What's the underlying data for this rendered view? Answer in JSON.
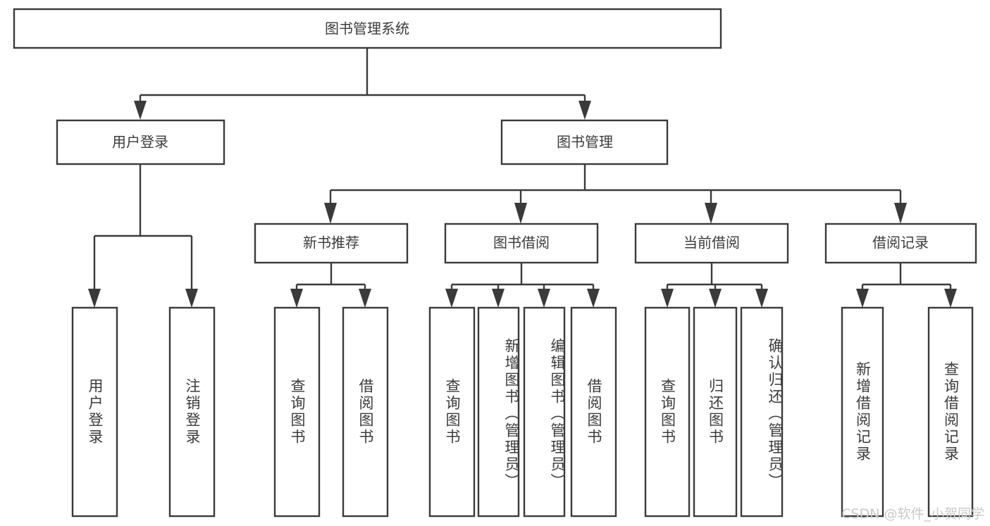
{
  "diagram": {
    "title": "图书管理系统",
    "type": "hierarchy-tree",
    "root": {
      "id": "root",
      "label": "图书管理系统",
      "orientation": "horizontal"
    },
    "level1": [
      {
        "id": "user-login",
        "label": "用户登录",
        "orientation": "horizontal"
      },
      {
        "id": "book-management",
        "label": "图书管理",
        "orientation": "horizontal"
      }
    ],
    "level2": [
      {
        "id": "new-book-recommend",
        "label": "新书推荐",
        "parent": "book-management",
        "orientation": "horizontal"
      },
      {
        "id": "book-borrow",
        "label": "图书借阅",
        "parent": "book-management",
        "orientation": "horizontal"
      },
      {
        "id": "current-borrow",
        "label": "当前借阅",
        "parent": "book-management",
        "orientation": "horizontal"
      },
      {
        "id": "borrow-record",
        "label": "借阅记录",
        "parent": "book-management",
        "orientation": "horizontal"
      }
    ],
    "leaves": [
      {
        "id": "leaf-user-login",
        "label": "用户登录",
        "parent": "user-login",
        "orientation": "vertical"
      },
      {
        "id": "leaf-logout-login",
        "label": "注销登录",
        "parent": "user-login",
        "orientation": "vertical"
      },
      {
        "id": "leaf-query-book-1",
        "label": "查询图书",
        "parent": "new-book-recommend",
        "orientation": "vertical"
      },
      {
        "id": "leaf-borrow-book-1",
        "label": "借阅图书",
        "parent": "new-book-recommend",
        "orientation": "vertical"
      },
      {
        "id": "leaf-query-book-2",
        "label": "查询图书",
        "parent": "book-borrow",
        "orientation": "vertical"
      },
      {
        "id": "leaf-add-book",
        "label": "新增图书（管理员）",
        "parent": "book-borrow",
        "orientation": "vertical"
      },
      {
        "id": "leaf-edit-book",
        "label": "编辑图书（管理员）",
        "parent": "book-borrow",
        "orientation": "vertical"
      },
      {
        "id": "leaf-borrow-book-2",
        "label": "借阅图书",
        "parent": "book-borrow",
        "orientation": "vertical"
      },
      {
        "id": "leaf-query-book-3",
        "label": "查询图书",
        "parent": "current-borrow",
        "orientation": "vertical"
      },
      {
        "id": "leaf-return-book",
        "label": "归还图书",
        "parent": "current-borrow",
        "orientation": "vertical"
      },
      {
        "id": "leaf-confirm-return",
        "label": "确认归还（管理员）",
        "parent": "current-borrow",
        "orientation": "vertical"
      },
      {
        "id": "leaf-add-record",
        "label": "新增借阅记录",
        "parent": "borrow-record",
        "orientation": "vertical"
      },
      {
        "id": "leaf-query-record",
        "label": "查询借阅记录",
        "parent": "borrow-record",
        "orientation": "vertical"
      }
    ],
    "watermark": "CSDN @软件_小贺同学",
    "colors": {
      "stroke": "#3a3a3a",
      "text": "#3b3b3b",
      "background": "#ffffff",
      "watermark": "#c9c9c9"
    }
  }
}
